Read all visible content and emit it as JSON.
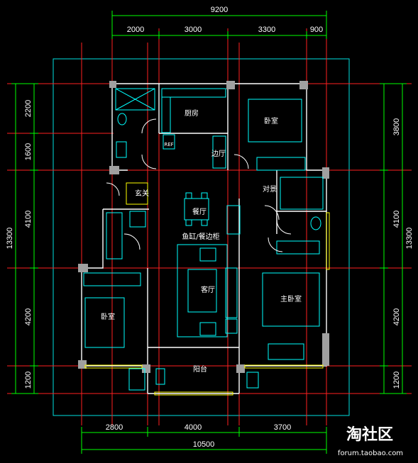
{
  "dimensions": {
    "top_total": "9200",
    "top_segments": [
      "2000",
      "3000",
      "3300",
      "900"
    ],
    "bottom_segments": [
      "2800",
      "4000",
      "3700"
    ],
    "bottom_total": "10500",
    "left_segments": [
      "2200",
      "1600",
      "4100",
      "4200",
      "1200"
    ],
    "left_total": "13300",
    "right_segments": [
      "3800",
      "4100",
      "4200",
      "1200"
    ],
    "right_total": "13300"
  },
  "rooms": {
    "kitchen": "厨房",
    "bedroom_north": "卧室",
    "entry": "玄关",
    "dining": "餐厅",
    "fridge": "REF",
    "pantry": "边厅",
    "opposite": "对景",
    "display": "鱼缸/餐边柜",
    "living": "客厅",
    "master": "主卧室",
    "bedroom_west": "卧室",
    "balcony": "阳台"
  },
  "watermark": {
    "brand": "淘社区",
    "url": "forum.taobao.com"
  },
  "colors": {
    "background": "#000000",
    "frame": "#00e0e0",
    "axis": "#ff2020",
    "dimension": "#00ff00",
    "wall": "#ffffff",
    "column": "#a0a0a0",
    "furniture": "#00ffff",
    "window": "#ffff00"
  }
}
